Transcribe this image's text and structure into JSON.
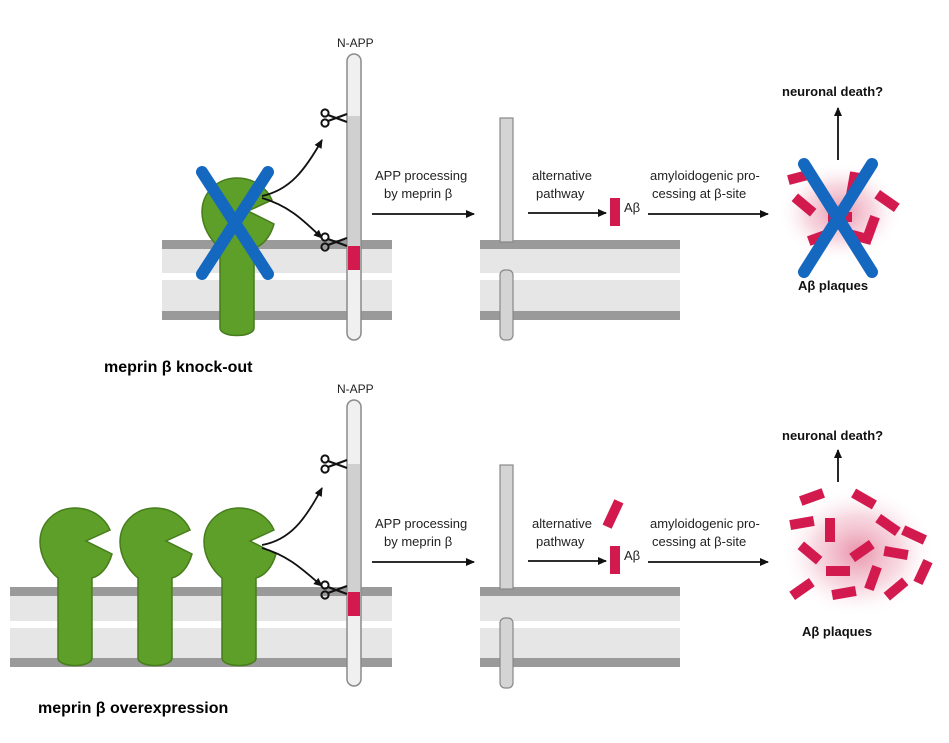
{
  "colors": {
    "protein": "#5e9f2a",
    "protein_stroke": "#477d1c",
    "cross": "#1468c0",
    "abeta": "#d21a4e",
    "membrane_dark": "#9a9a9a",
    "membrane_light": "#e6e6e6",
    "app_fill": "#d4d4d4",
    "plaque_glow": "#e2708f"
  },
  "icons": [
    "scissors-icon",
    "arrow-icon",
    "cross-icon",
    "meprin-protein-icon"
  ],
  "panels": [
    {
      "title": "meprin β knock-out",
      "napp_label": "N-APP",
      "processing_label_line1": "APP processing",
      "processing_label_line2": "by meprin β",
      "alt_label_line1": "alternative",
      "alt_label_line2": "pathway",
      "abeta_label": "Aβ",
      "amyloid_label_line1": "amyloidogenic pro-",
      "amyloid_label_line2": "cessing at β-site",
      "outcome_label": "neuronal death?",
      "plaques_label": "Aβ plaques"
    },
    {
      "title": "meprin β overexpression",
      "napp_label": "N-APP",
      "processing_label_line1": "APP processing",
      "processing_label_line2": "by meprin β",
      "alt_label_line1": "alternative",
      "alt_label_line2": "pathway",
      "abeta_label": "Aβ",
      "amyloid_label_line1": "amyloidogenic pro-",
      "amyloid_label_line2": "cessing at β-site",
      "outcome_label": "neuronal death?",
      "plaques_label": "Aβ plaques"
    }
  ]
}
